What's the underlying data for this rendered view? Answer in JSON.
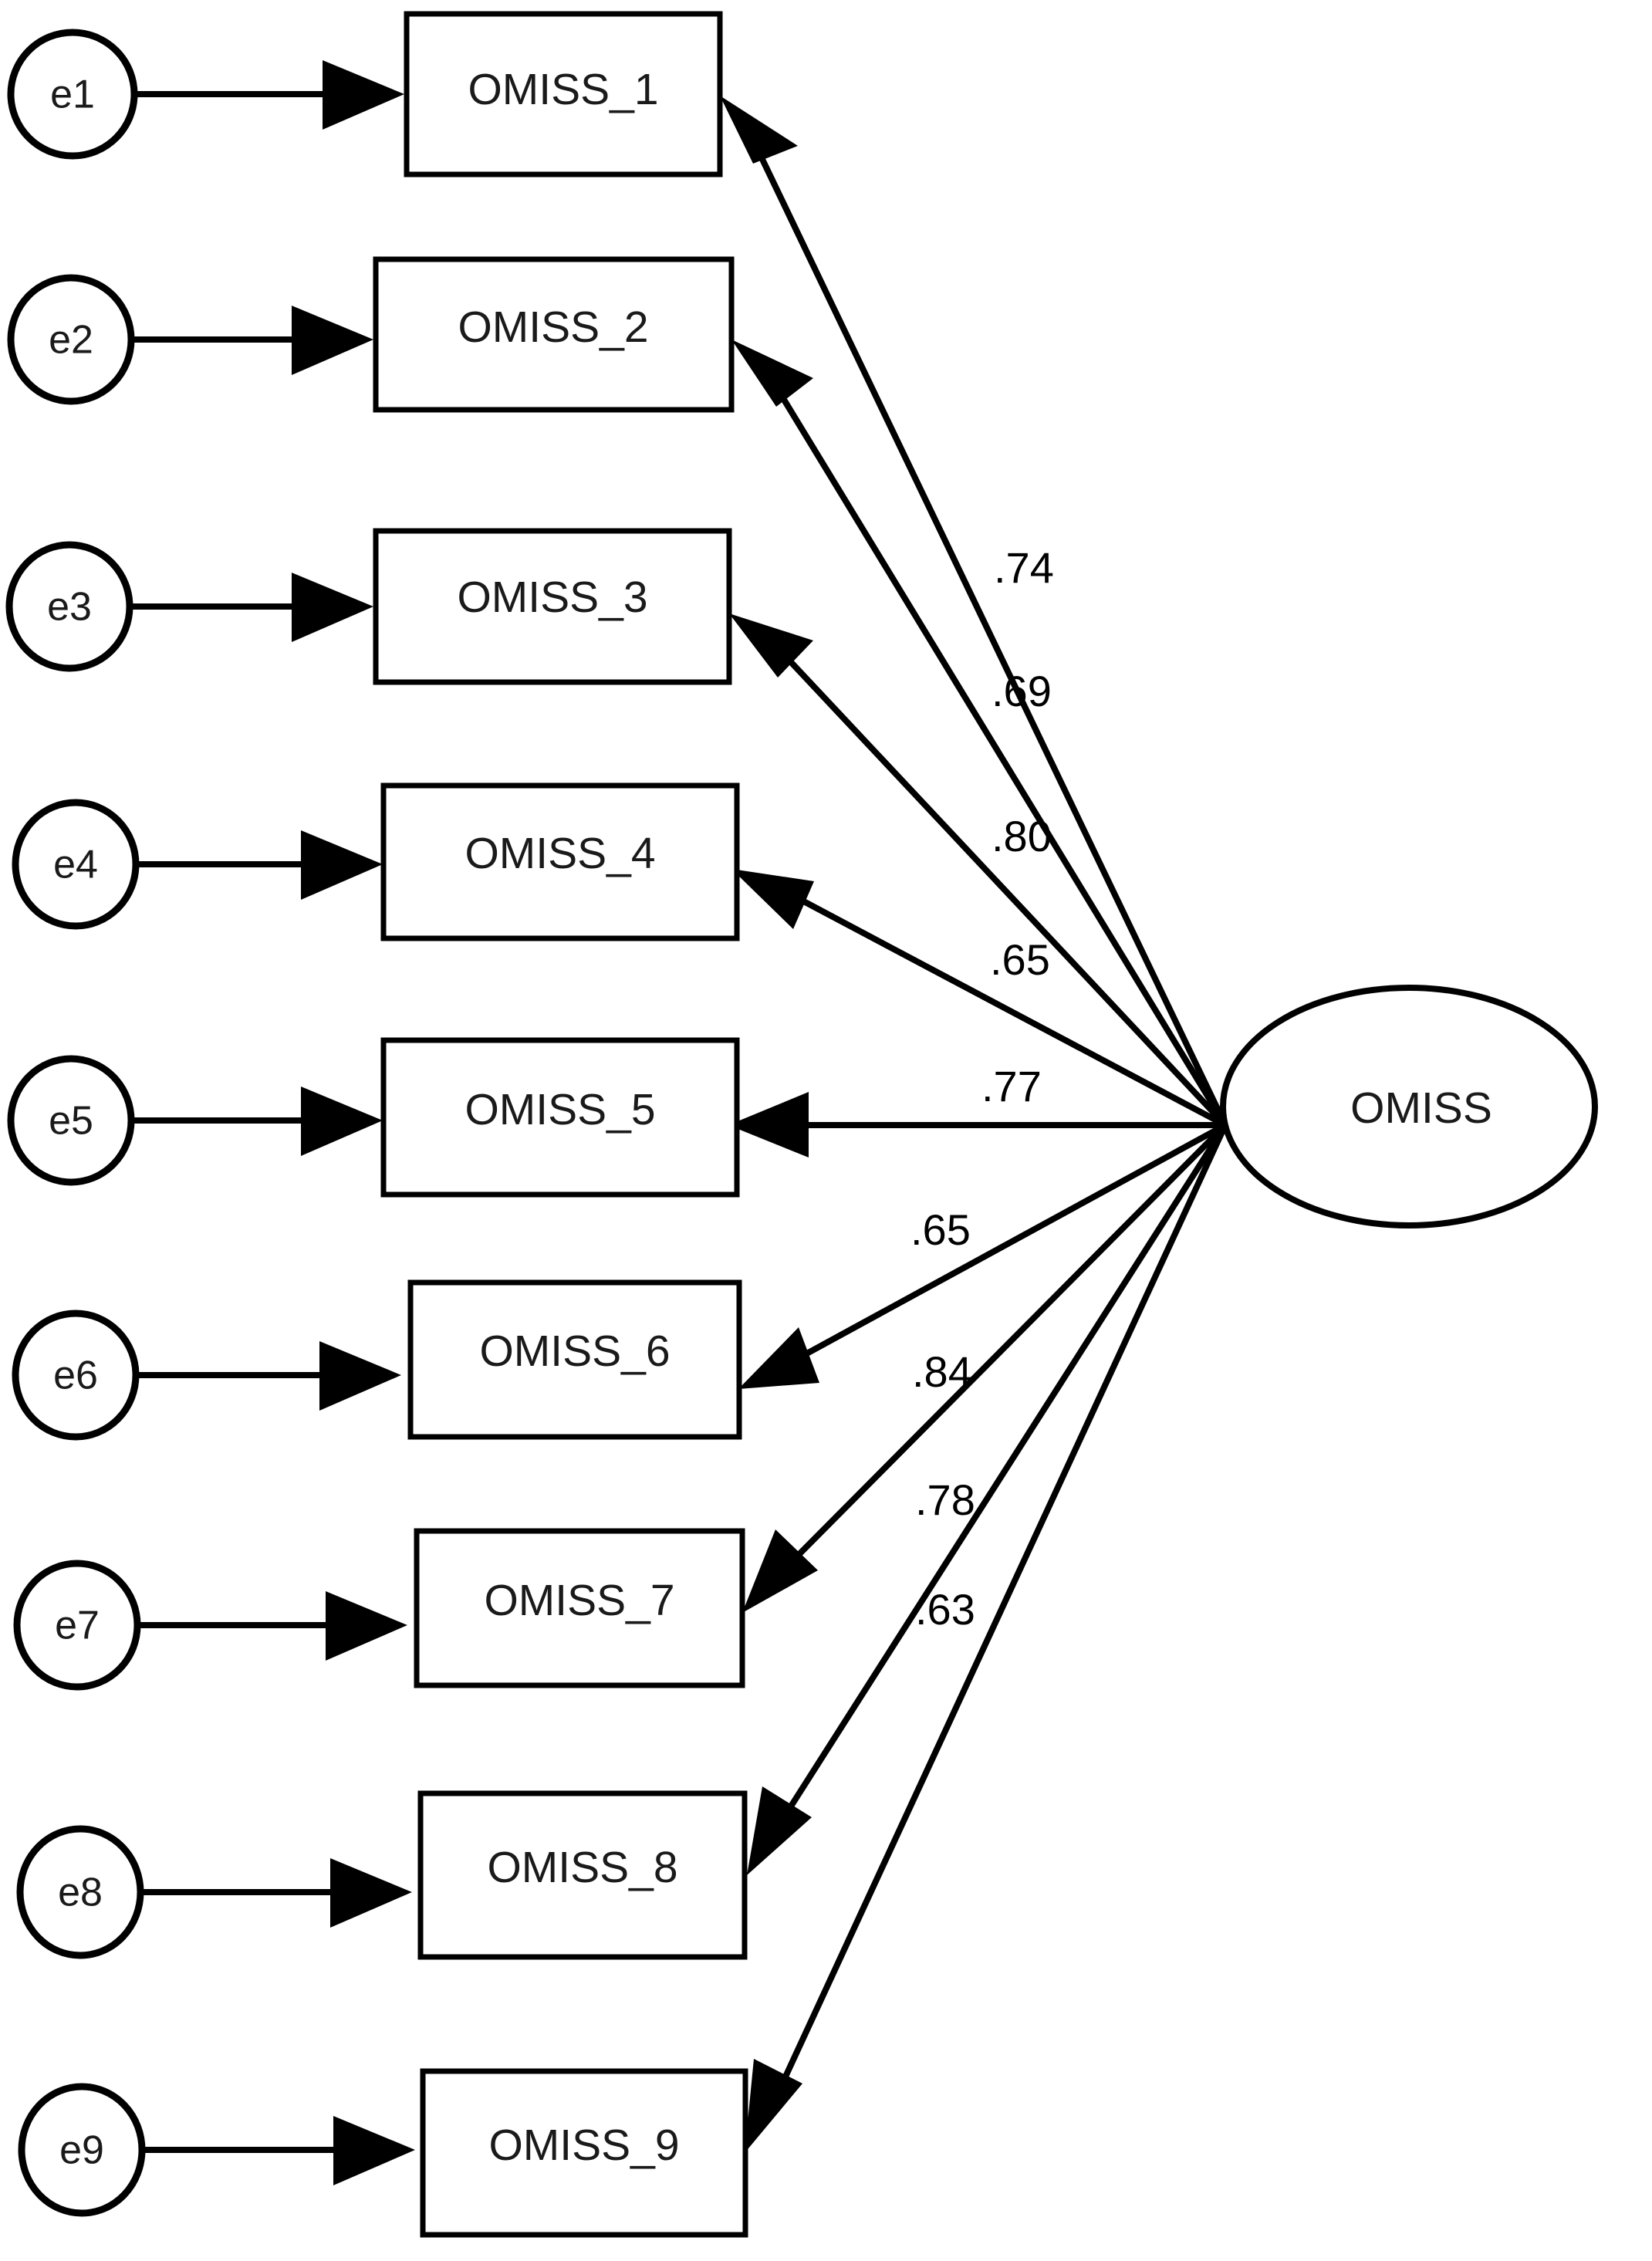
{
  "chart_data": {
    "type": "diagram",
    "diagram_kind": "sem-cfa-path-diagram",
    "title": "",
    "latent_factor": {
      "name": "OMISS",
      "shape": "ellipse"
    },
    "indicators": [
      {
        "id": "OMISS_1",
        "error": "e1",
        "loading": ".74"
      },
      {
        "id": "OMISS_2",
        "error": "e2",
        "loading": ".69"
      },
      {
        "id": "OMISS_3",
        "error": "e3",
        "loading": ".80"
      },
      {
        "id": "OMISS_4",
        "error": "e4",
        "loading": ".65"
      },
      {
        "id": "OMISS_5",
        "error": "e5",
        "loading": ".77"
      },
      {
        "id": "OMISS_6",
        "error": "e6",
        "loading": ".65"
      },
      {
        "id": "OMISS_7",
        "error": "e7",
        "loading": ".84"
      },
      {
        "id": "OMISS_8",
        "error": "e8",
        "loading": ".78"
      },
      {
        "id": "OMISS_9",
        "error": "e9",
        "loading": ".63"
      }
    ],
    "error_terms": [
      "e1",
      "e2",
      "e3",
      "e4",
      "e5",
      "e6",
      "e7",
      "e8",
      "e9"
    ],
    "loadings": [
      ".74",
      ".69",
      ".80",
      ".65",
      ".77",
      ".65",
      ".84",
      ".78",
      ".63"
    ],
    "categories": [
      "OMISS_1",
      "OMISS_2",
      "OMISS_3",
      "OMISS_4",
      "OMISS_5",
      "OMISS_6",
      "OMISS_7",
      "OMISS_8",
      "OMISS_9"
    ],
    "values": [
      0.74,
      0.69,
      0.8,
      0.65,
      0.77,
      0.65,
      0.84,
      0.78,
      0.63
    ],
    "legend": [],
    "annotations": [],
    "colors": {
      "stroke": "#000000",
      "fill": "#ffffff",
      "text": "#1a1a1a",
      "background": "#ffffff"
    }
  },
  "latent": {
    "label": "OMISS"
  },
  "indicators": [
    {
      "label": "OMISS_1"
    },
    {
      "label": "OMISS_2"
    },
    {
      "label": "OMISS_3"
    },
    {
      "label": "OMISS_4"
    },
    {
      "label": "OMISS_5"
    },
    {
      "label": "OMISS_6"
    },
    {
      "label": "OMISS_7"
    },
    {
      "label": "OMISS_8"
    },
    {
      "label": "OMISS_9"
    }
  ],
  "errors": [
    {
      "label": "e1"
    },
    {
      "label": "e2"
    },
    {
      "label": "e3"
    },
    {
      "label": "e4"
    },
    {
      "label": "e5"
    },
    {
      "label": "e6"
    },
    {
      "label": "e7"
    },
    {
      "label": "e8"
    },
    {
      "label": "e9"
    }
  ],
  "coefficients": [
    {
      "value": ".74"
    },
    {
      "value": ".69"
    },
    {
      "value": ".80"
    },
    {
      "value": ".65"
    },
    {
      "value": ".77"
    },
    {
      "value": ".65"
    },
    {
      "value": ".84"
    },
    {
      "value": ".78"
    },
    {
      "value": ".63"
    }
  ]
}
